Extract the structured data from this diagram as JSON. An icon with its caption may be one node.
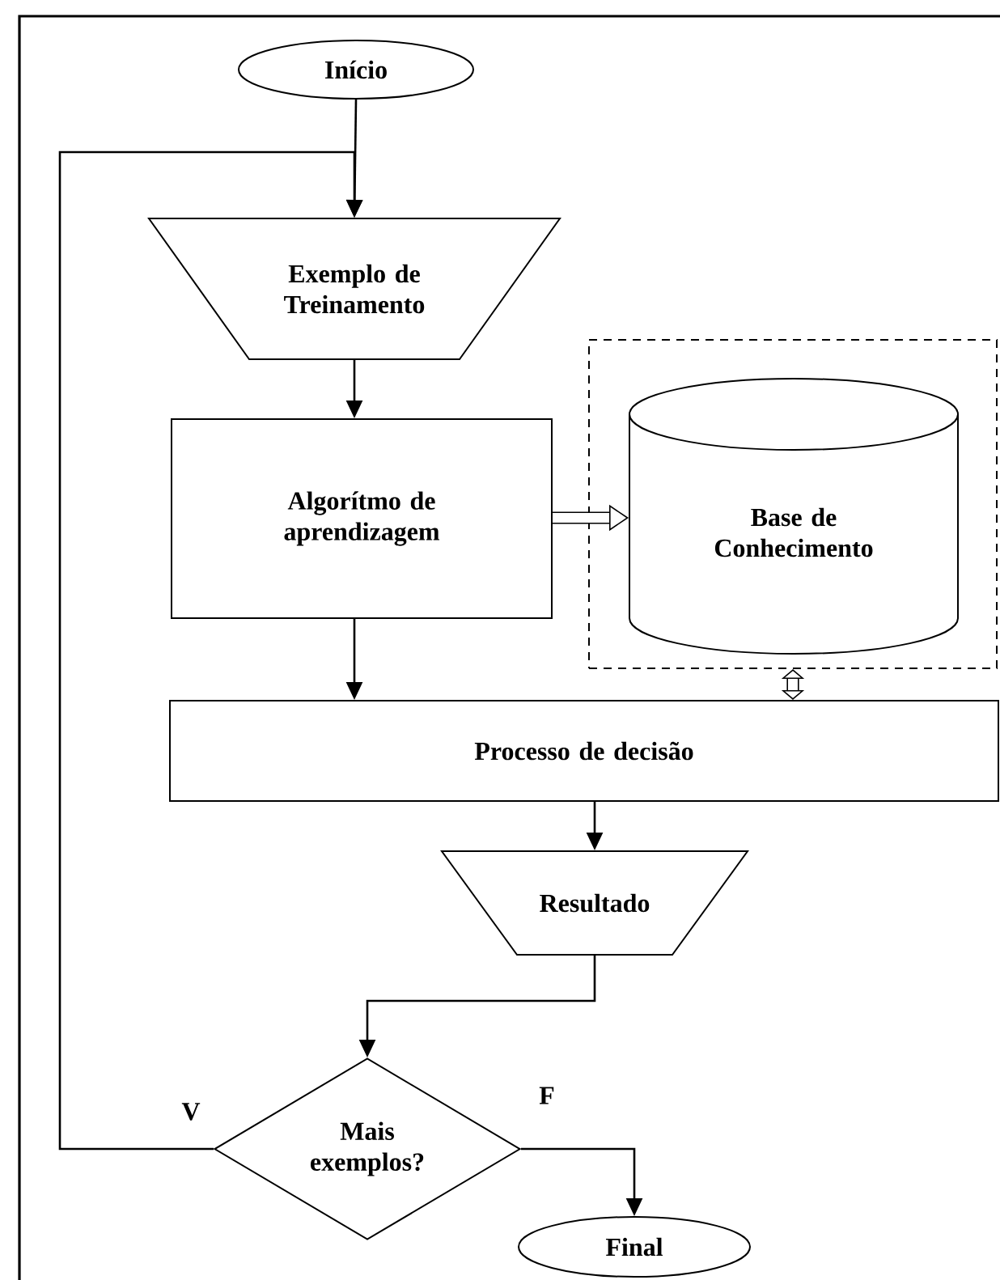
{
  "diagram": {
    "nodes": [
      {
        "text": [
          "Início"
        ]
      },
      {
        "text": [
          "Exemplo de Treinamento"
        ]
      },
      {
        "text": [
          "Algorítmo de aprendizagem"
        ]
      },
      {
        "text": [],
        "shape": "box"
      },
      {
        "text": [
          "Base de Conhecimento"
        ],
        "in": 3
      },
      {
        "text": [
          "Processo de decisão"
        ]
      },
      {
        "text": [
          "Resultado"
        ]
      },
      {
        "text": [
          "Mais exemplos?"
        ]
      },
      {
        "text": [
          "Final"
        ]
      }
    ],
    "edges": [
      {
        "from": 0,
        "to": 1,
        "arrow": "to"
      },
      {
        "from": 7,
        "to": 1,
        "arrow": "to",
        "label": "V"
      },
      {
        "from": 1,
        "to": 2,
        "arrow": "to"
      },
      {
        "from": 2,
        "to": 4,
        "arrow": "to",
        "style": "thick"
      },
      {
        "from": 2,
        "to": 5,
        "arrow": "to"
      },
      {
        "from": 3,
        "to": 5,
        "arrow": "both",
        "style": "thick"
      },
      {
        "from": 5,
        "to": 6,
        "arrow": "to"
      },
      {
        "from": 6,
        "to": 7,
        "arrow": "to"
      },
      {
        "from": 7,
        "to": 8,
        "arrow": "to",
        "label": "F"
      }
    ]
  }
}
